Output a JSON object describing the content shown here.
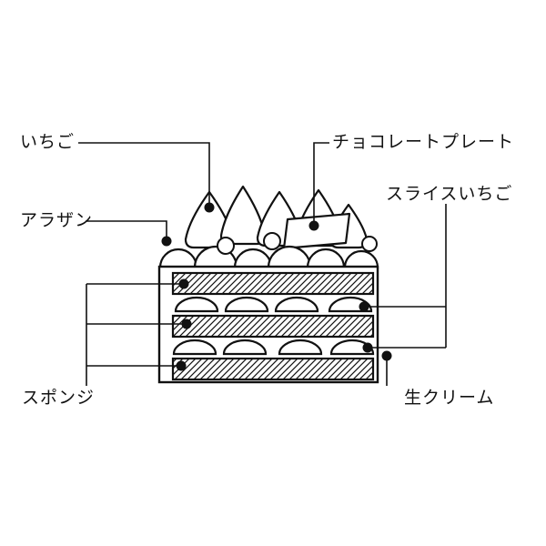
{
  "diagram": {
    "subject": "strawberry-shortcake-cross-section"
  },
  "labels": {
    "strawberry": "いちご",
    "chocolate_plate": "チョコレートプレート",
    "dragee": "アラザン",
    "sliced_strawberry": "スライスいちご",
    "sponge": "スポンジ",
    "fresh_cream": "生クリーム"
  },
  "colors": {
    "line": "#111111",
    "background": "#ffffff"
  }
}
